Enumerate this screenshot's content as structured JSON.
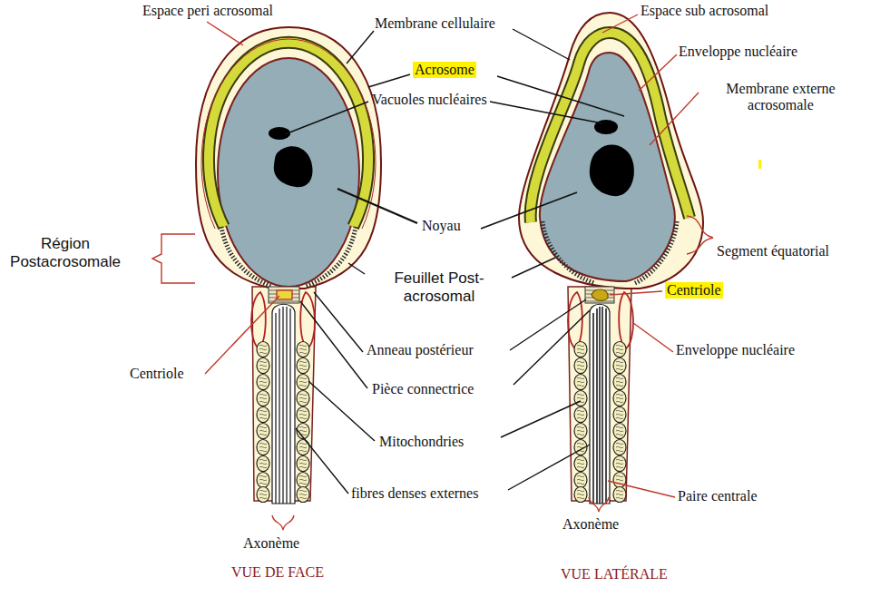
{
  "diagram": {
    "labels": [
      "Espace peri acrosomal",
      "Membrane cellulaire",
      "Acrosome",
      "Vacuoles nucléaires",
      "Noyau",
      "Région Postacrosomale",
      "Feuillet Post-acrosomal",
      "Anneau postérieur",
      "Centriole",
      "Pièce connectrice",
      "Mitochondries",
      "fibres denses externes",
      "Axonème",
      "VUE DE FACE",
      "Espace sub acrosomal",
      "Enveloppe nucléaire",
      "Membrane externe acrosomale",
      "Segment équatorial",
      "Centriole",
      "Enveloppe nucléaire",
      "Paire centrale",
      "Axonème",
      "VUE LATÉRALE"
    ]
  }
}
